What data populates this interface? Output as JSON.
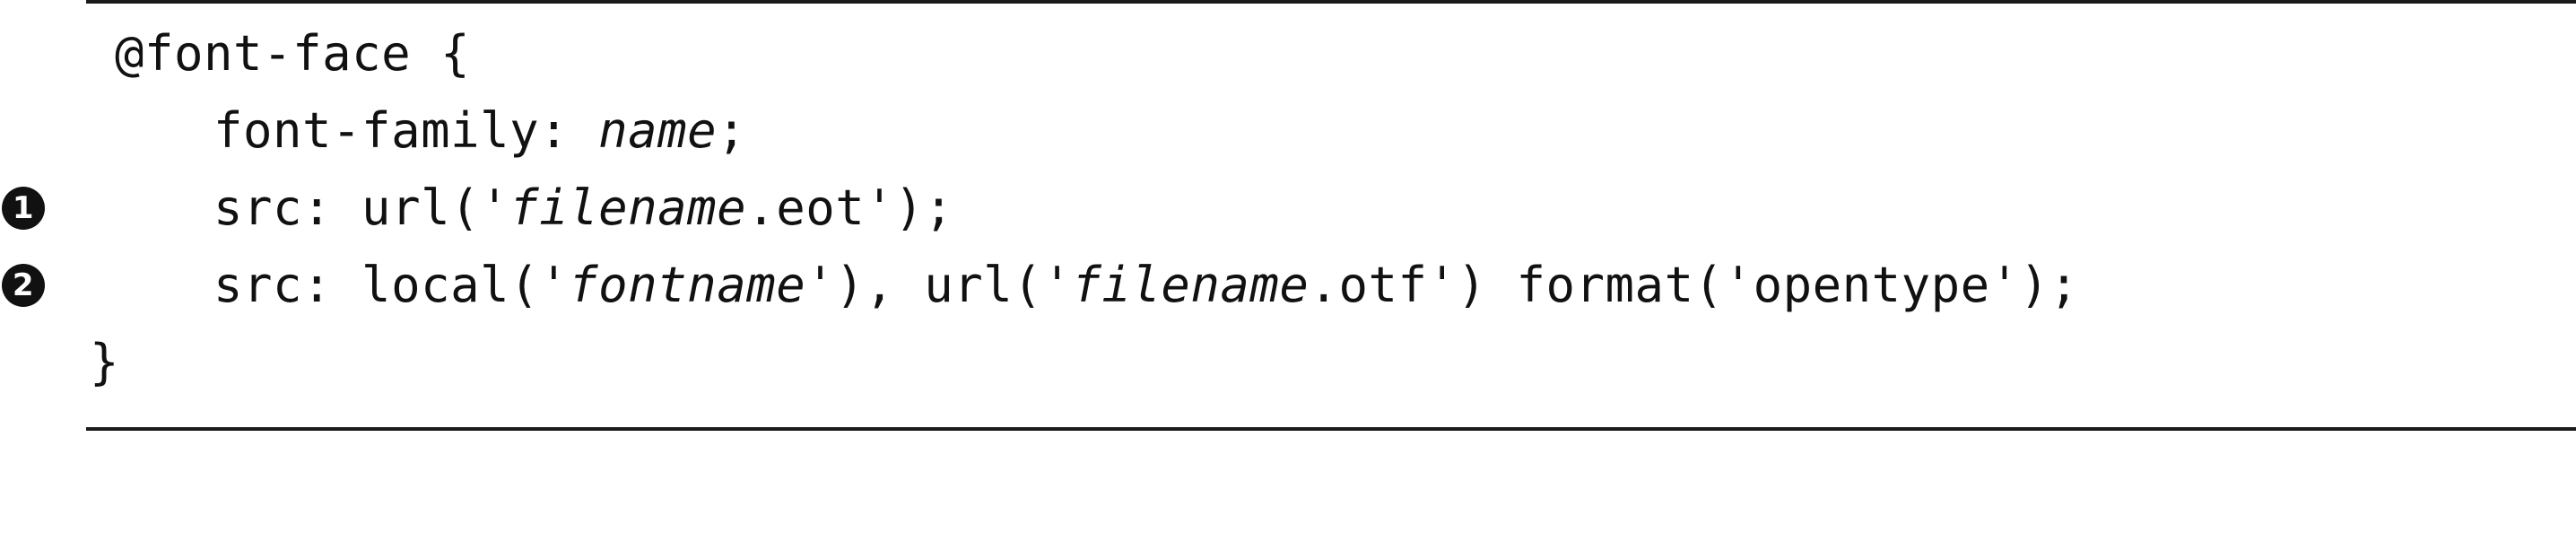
{
  "code": {
    "line1": {
      "text": "@font-face {"
    },
    "line2": {
      "prefix": "font-family: ",
      "italic": "name",
      "suffix": ";"
    },
    "line3": {
      "marker": "1",
      "prefix": "src: url('",
      "italic": "filename",
      "suffix": ".eot');"
    },
    "line4": {
      "marker": "2",
      "prefix": "src: local('",
      "italic1": "fontname",
      "middle": "'), url('",
      "italic2": "filename",
      "suffix": ".otf') format('opentype');"
    },
    "line5": {
      "text": "}"
    }
  }
}
